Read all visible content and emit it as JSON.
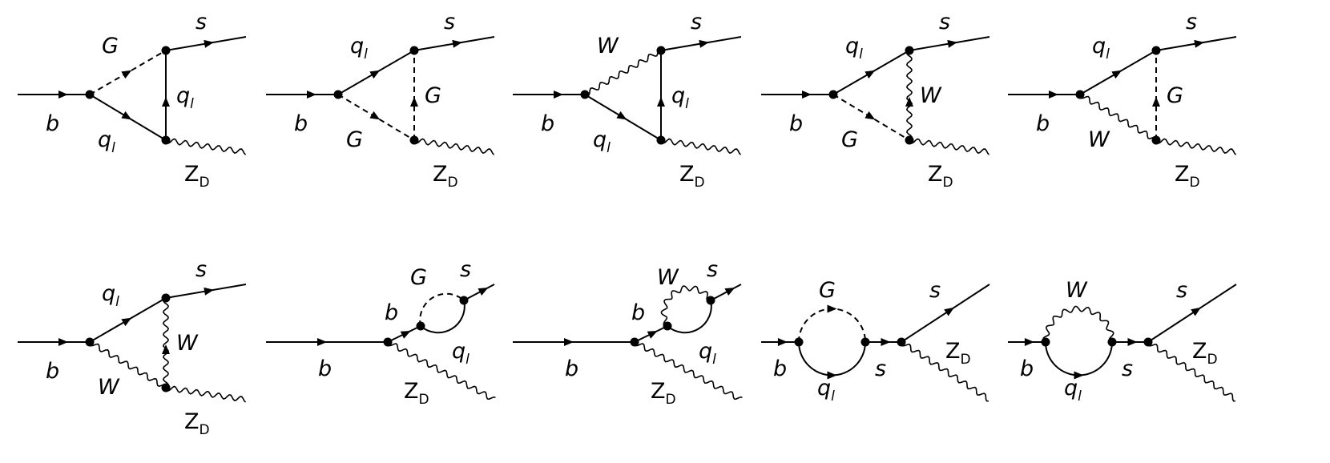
{
  "diagrams": [
    {
      "id": "d1",
      "labels": {
        "incoming": "b",
        "upper": "G",
        "lower": "q",
        "lower_sub": "l",
        "vertical": "q",
        "vertical_sub": "l",
        "outgoing": "s",
        "boson": "Z",
        "boson_sub": "D"
      }
    },
    {
      "id": "d2",
      "labels": {
        "incoming": "b",
        "upper": "q",
        "upper_sub": "l",
        "lower": "G",
        "vertical": "G",
        "outgoing": "s",
        "boson": "Z",
        "boson_sub": "D"
      }
    },
    {
      "id": "d3",
      "labels": {
        "incoming": "b",
        "upper": "W",
        "lower": "q",
        "lower_sub": "l",
        "vertical": "q",
        "vertical_sub": "l",
        "outgoing": "s",
        "boson": "Z",
        "boson_sub": "D"
      }
    },
    {
      "id": "d4",
      "labels": {
        "incoming": "b",
        "upper": "q",
        "upper_sub": "l",
        "lower": "G",
        "vertical": "W",
        "outgoing": "s",
        "boson": "Z",
        "boson_sub": "D"
      }
    },
    {
      "id": "d5",
      "labels": {
        "incoming": "b",
        "upper": "q",
        "upper_sub": "l",
        "lower": "W",
        "vertical": "G",
        "outgoing": "s",
        "boson": "Z",
        "boson_sub": "D"
      }
    },
    {
      "id": "d6",
      "labels": {
        "incoming": "b",
        "upper": "q",
        "upper_sub": "l",
        "lower": "W",
        "vertical": "W",
        "outgoing": "s",
        "boson": "Z",
        "boson_sub": "D"
      }
    },
    {
      "id": "d7",
      "labels": {
        "incoming": "b",
        "internal": "b",
        "loop_top": "G",
        "loop_bottom": "q",
        "loop_bottom_sub": "l",
        "outgoing": "s",
        "boson": "Z",
        "boson_sub": "D"
      }
    },
    {
      "id": "d8",
      "labels": {
        "incoming": "b",
        "internal": "b",
        "loop_top": "W",
        "loop_bottom": "q",
        "loop_bottom_sub": "l",
        "outgoing": "s",
        "boson": "Z",
        "boson_sub": "D"
      }
    },
    {
      "id": "d9",
      "labels": {
        "incoming": "b",
        "loop_top": "G",
        "loop_bottom": "q",
        "loop_bottom_sub": "l",
        "internal": "s",
        "outgoing": "s",
        "boson": "Z",
        "boson_sub": "D"
      }
    },
    {
      "id": "d10",
      "labels": {
        "incoming": "b",
        "loop_top": "W",
        "loop_bottom": "q",
        "loop_bottom_sub": "l",
        "internal": "s",
        "outgoing": "s",
        "boson": "Z",
        "boson_sub": "D"
      }
    }
  ]
}
